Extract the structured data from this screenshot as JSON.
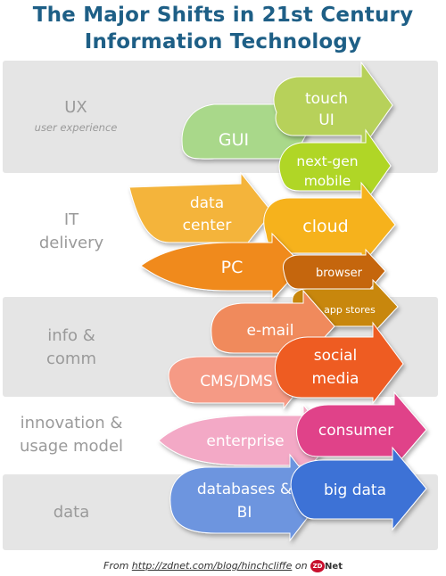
{
  "title": {
    "line1": "The Major Shifts in 21st Century",
    "line2": "Information Technology"
  },
  "rows": [
    {
      "label": "UX",
      "sublabel": "user experience"
    },
    {
      "label": "IT",
      "label2": "delivery"
    },
    {
      "label": "info &",
      "label2": "comm"
    },
    {
      "label": "innovation &",
      "label2": "usage model"
    },
    {
      "label": "data"
    }
  ],
  "shifts": {
    "gui": "GUI",
    "touch_ui": [
      "touch",
      "UI"
    ],
    "next_gen_mobile": [
      "next-gen",
      "mobile"
    ],
    "data_center": [
      "data",
      "center"
    ],
    "cloud": "cloud",
    "pc": "PC",
    "browser": "browser",
    "app_stores": "app stores",
    "email": "e-mail",
    "cms_dms": "CMS/DMS",
    "social_media": [
      "social",
      "media"
    ],
    "enterprise": "enterprise",
    "consumer": "consumer",
    "databases_bi": [
      "databases &",
      "BI"
    ],
    "big_data": "big data"
  },
  "colors": {
    "title": "#1e5f86",
    "band": "#e5e5e5",
    "ux_old": "#a9d88a",
    "ux_new": "#b7d15a",
    "mobile": "#b0d628",
    "delivery_old": "#f4b43a",
    "cloud": "#f6b21e",
    "pc": "#f08a1e",
    "browser": "#c5660c",
    "app_stores": "#c8870c",
    "email": "#f08a5c",
    "cms": "#f59a85",
    "social": "#ee5b24",
    "enterprise": "#f3a9c6",
    "consumer": "#e04389",
    "databases": "#6d95df",
    "big_data": "#3e72d6"
  },
  "footer": {
    "from": "From",
    "link": "http://zdnet.com/blog/hinchcliffe",
    "on": "on",
    "logo_mark": "ZD",
    "logo_text": "Net"
  }
}
